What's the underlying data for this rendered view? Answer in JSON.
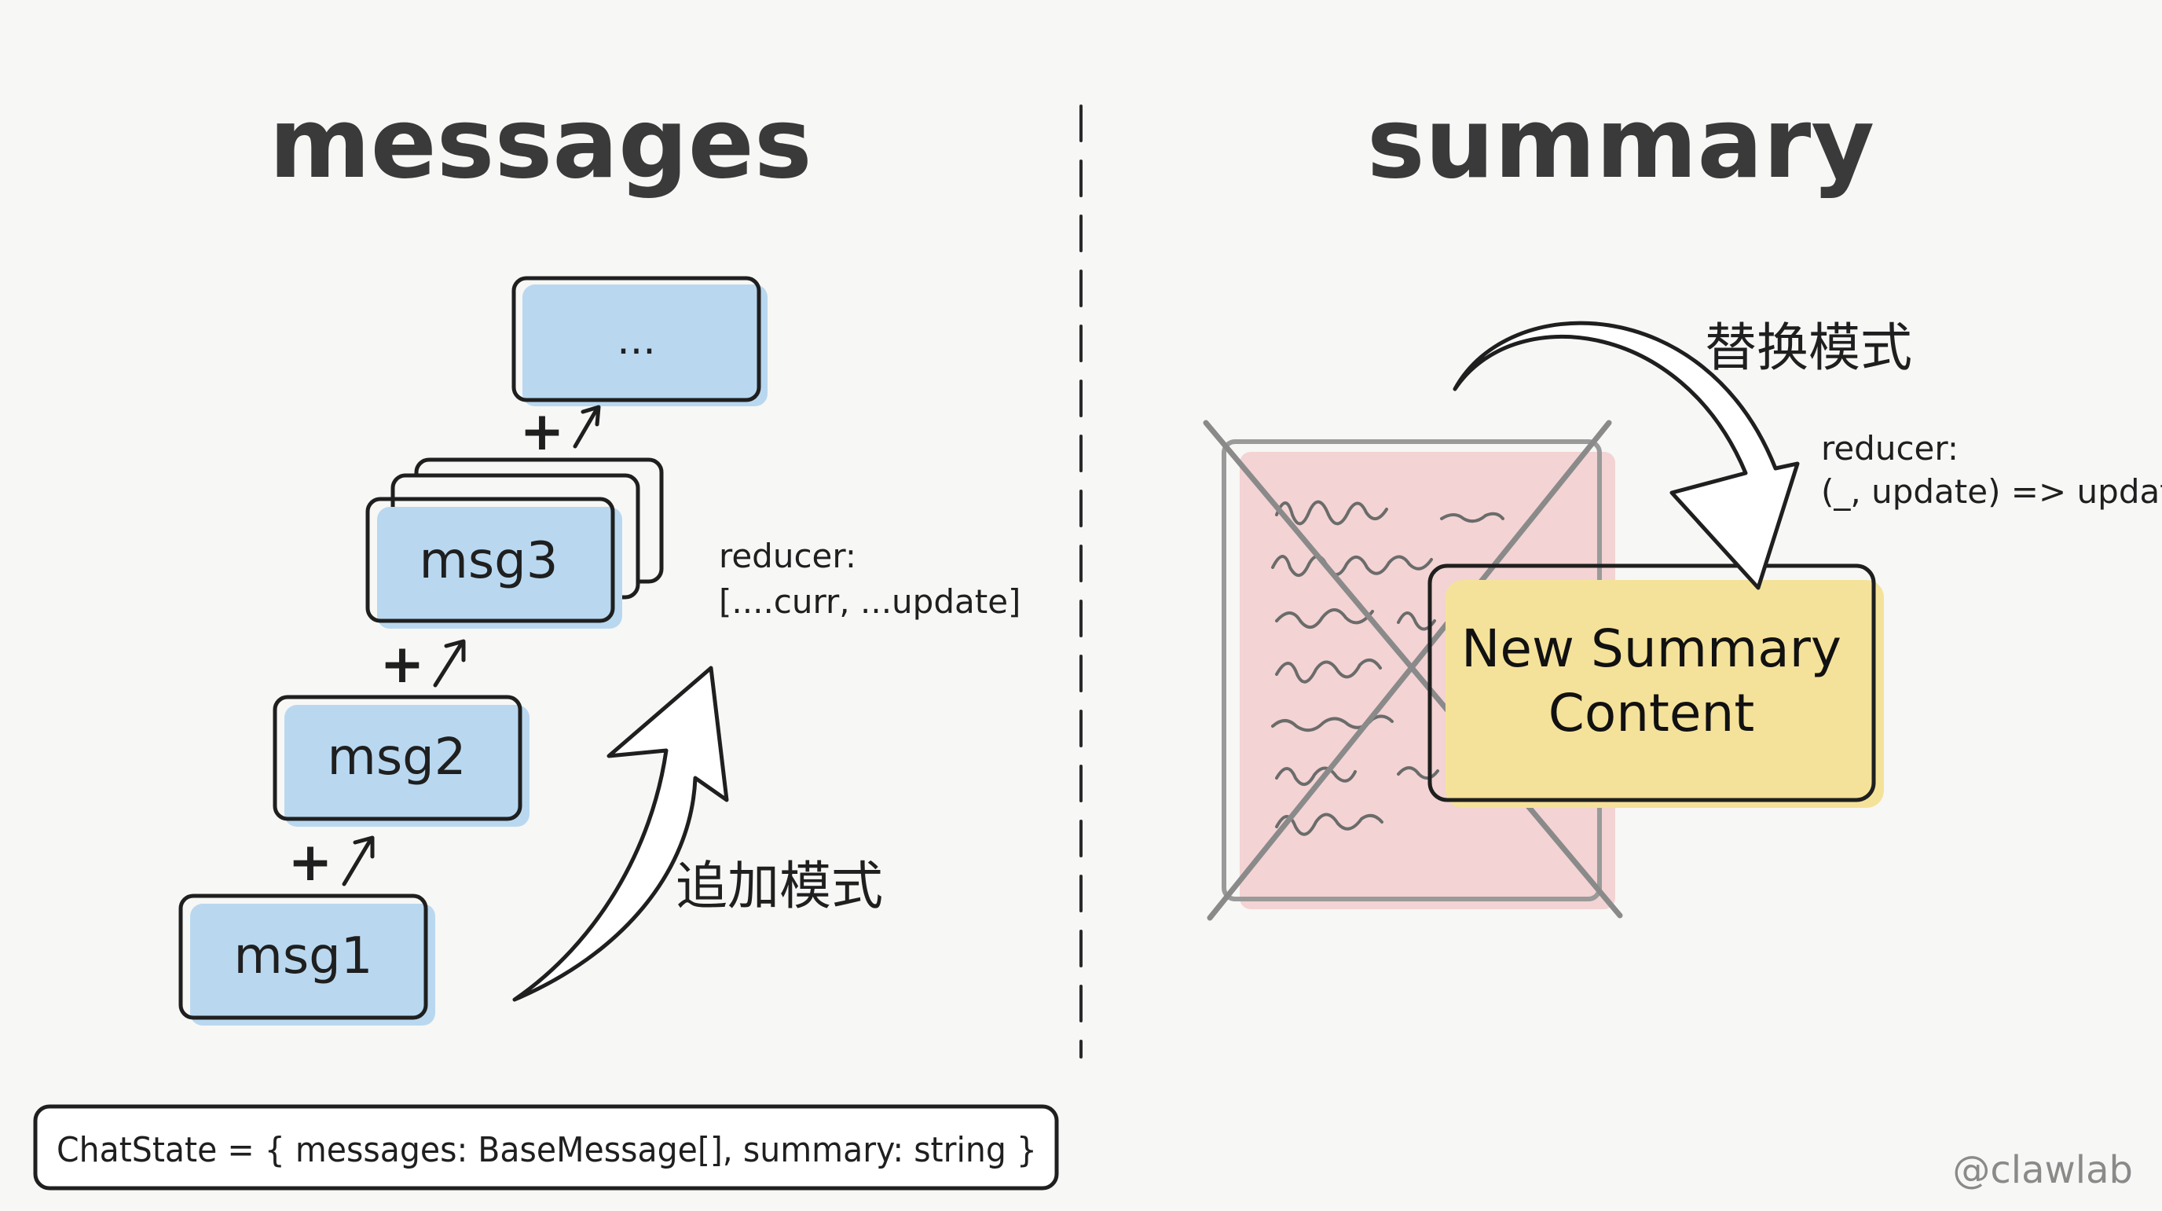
{
  "left_panel": {
    "title": "messages",
    "messages": [
      "msg1",
      "msg2",
      "msg3"
    ],
    "continuation": "...",
    "reducer_label": "reducer:",
    "reducer_expr": "[....curr, ...update]",
    "mode_label": "追加模式",
    "plus_symbol": "+"
  },
  "right_panel": {
    "title": "summary",
    "reducer_label": "reducer:",
    "reducer_expr": "(_, update) => update",
    "mode_label": "替换模式",
    "new_summary_line1": "New Summary",
    "new_summary_line2": "Content"
  },
  "state_definition": "ChatState = { messages: BaseMessage[], summary: string }",
  "watermark": "@clawlab",
  "colors": {
    "message_fill": "#b9d8f0",
    "old_summary_fill": "#f3d3d3",
    "new_summary_fill": "#f5e29a",
    "outline": "#1f1f1f",
    "strike": "#8a8a8a"
  }
}
